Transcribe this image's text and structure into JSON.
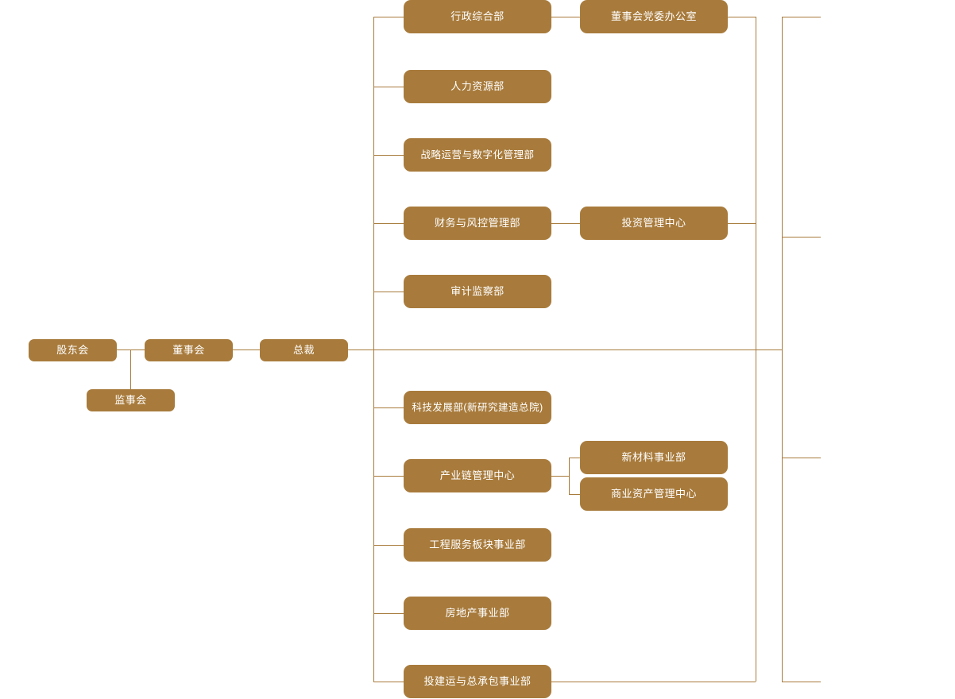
{
  "chart": {
    "title": "",
    "type": "org-chart",
    "accent_color": "#a87b3c",
    "node_text_color": "#ffffff",
    "background_color": "#ffffff"
  },
  "nodes": {
    "shareholders_meeting": "股东会",
    "board_of_directors": "董事会",
    "supervisory_board": "监事会",
    "president": "总裁",
    "admin_general_dept": "行政综合部",
    "board_party_office": "董事会党委办公室",
    "human_resources_dept": "人力资源部",
    "strategy_ops_digital_dept": "战略运营与数字化管理部",
    "finance_risk_dept": "财务与风控管理部",
    "investment_management_center": "投资管理中心",
    "audit_supervision_dept": "审计监察部",
    "tech_development_dept": "科技发展部(新研究建造总院)",
    "industry_chain_center": "产业链管理中心",
    "new_materials_division": "新材料事业部",
    "commercial_asset_center": "商业资产管理中心",
    "engineering_services_division": "工程服务板块事业部",
    "real_estate_division": "房地产事业部",
    "invest_build_operate_epc_division": "投建运与总承包事业部"
  }
}
